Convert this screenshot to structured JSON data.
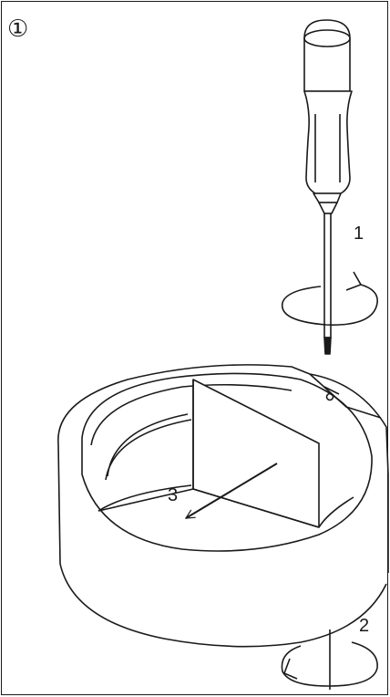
{
  "step_marker": "①",
  "callouts": {
    "turn_screw": "1",
    "rotate_base": "2",
    "pull_out": "3"
  },
  "colors": {
    "line": "#1a1a1a",
    "background": "#ffffff"
  }
}
